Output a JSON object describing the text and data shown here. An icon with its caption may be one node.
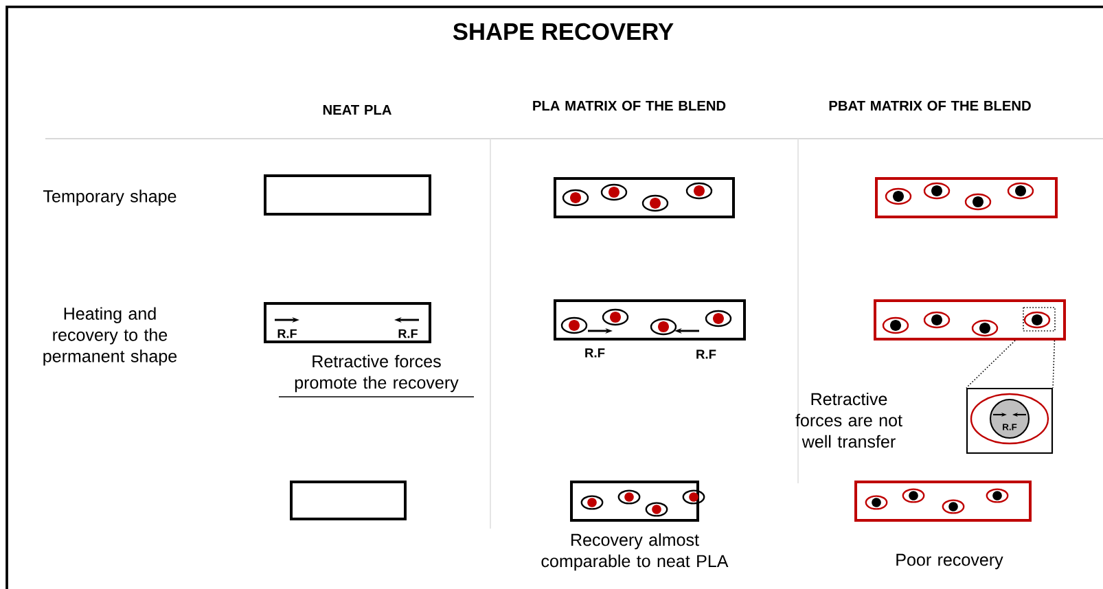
{
  "diagram": {
    "title": "SHAPE RECOVERY",
    "nodes": [
      {
        "text": [],
        "shape": "box"
      },
      {
        "text": [],
        "shape": "box"
      },
      {
        "text": [],
        "shape": "box"
      },
      {
        "text": [
          "R.F",
          "R.F"
        ],
        "beside": [
          "Retractive forces promote the recovery"
        ]
      },
      {
        "text": [],
        "shape": "box",
        "beside": [
          "R.F",
          "R.F"
        ]
      },
      {
        "text": [],
        "shape": "box",
        "beside": [
          "Retractive forces are not well transfer"
        ]
      },
      {
        "text": [],
        "shape": "box"
      },
      {
        "text": [],
        "shape": "box",
        "beside": [
          "Recovery almost comparable to neat PLA"
        ]
      },
      {
        "text": [],
        "shape": "box",
        "beside": [
          "Poor recovery"
        ]
      },
      {
        "text": [
          "R.F"
        ]
      }
    ],
    "edges": [
      {
        "from": 5,
        "to": 9,
        "arrow": "none",
        "style": "dashed"
      },
      {
        "from": 5,
        "to": 9,
        "arrow": "none",
        "style": "dashed"
      }
    ],
    "labels": [
      "NEAT PLA",
      "PLA MATRIX OF THE BLEND",
      "PBAT MATRIX OF THE BLEND",
      "Temporary shape",
      "Heating and recovery to the permanent shape"
    ]
  }
}
